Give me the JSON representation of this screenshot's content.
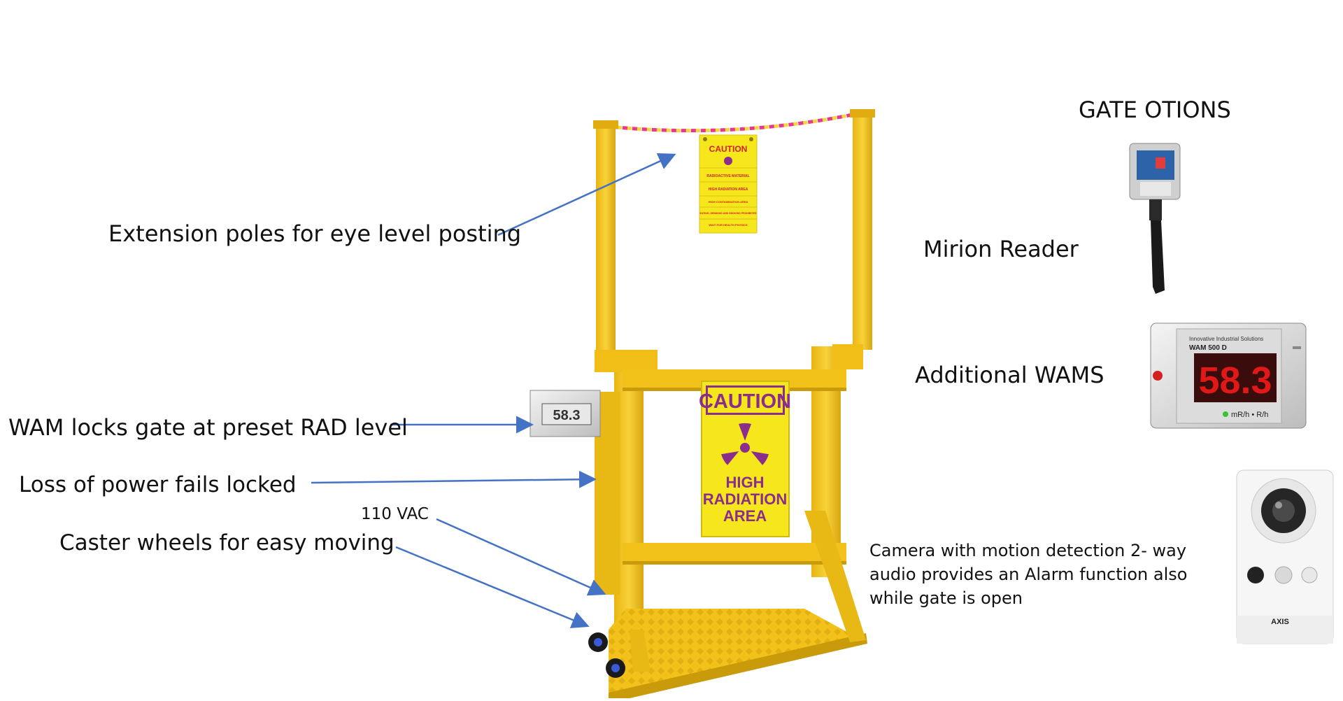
{
  "gate_options": {
    "title": "GATE OTIONS"
  },
  "callouts": {
    "extension_poles": "Extension poles for eye level posting",
    "wam_locks": "WAM locks gate at preset RAD level",
    "loss_of_power": "Loss of power fails locked",
    "voltage": "110 VAC",
    "caster_wheels": "Caster wheels for easy moving"
  },
  "options": {
    "mirion_reader": "Mirion Reader",
    "additional_wams": "Additional WAMS",
    "camera": "Camera with motion detection 2- way audio provides an Alarm function also while gate is open"
  },
  "gate_sign": {
    "caution": "CAUTION",
    "line1": "HIGH",
    "line2": "RADIATION",
    "line3": "AREA"
  },
  "top_sign": {
    "caution": "CAUTION",
    "rows": [
      "RADIOACTIVE MATERIAL",
      "HIGH RADIATION AREA",
      "HIGH CONTAMINATION AREA",
      "EATING, DRINKING AND SMOKING PROHIBITED",
      "WAIT FOR HEALTH PHYSICS"
    ]
  },
  "wam_display": {
    "reading": "58.3"
  },
  "wam_device": {
    "brand": "Innovative Industrial Solutions",
    "model": "WAM 500 D",
    "reading": "58.3",
    "units": "mR/h • R/h"
  },
  "camera_brand": "AXIS",
  "colors": {
    "gate_yellow": "#F2C21A",
    "gate_shadow": "#C99A0A",
    "arrow_blue": "#4472C4",
    "sign_yellow": "#F6E61C",
    "sign_purple": "#8B2D8C",
    "sign_red": "#D42020",
    "led_red": "#E01818"
  }
}
